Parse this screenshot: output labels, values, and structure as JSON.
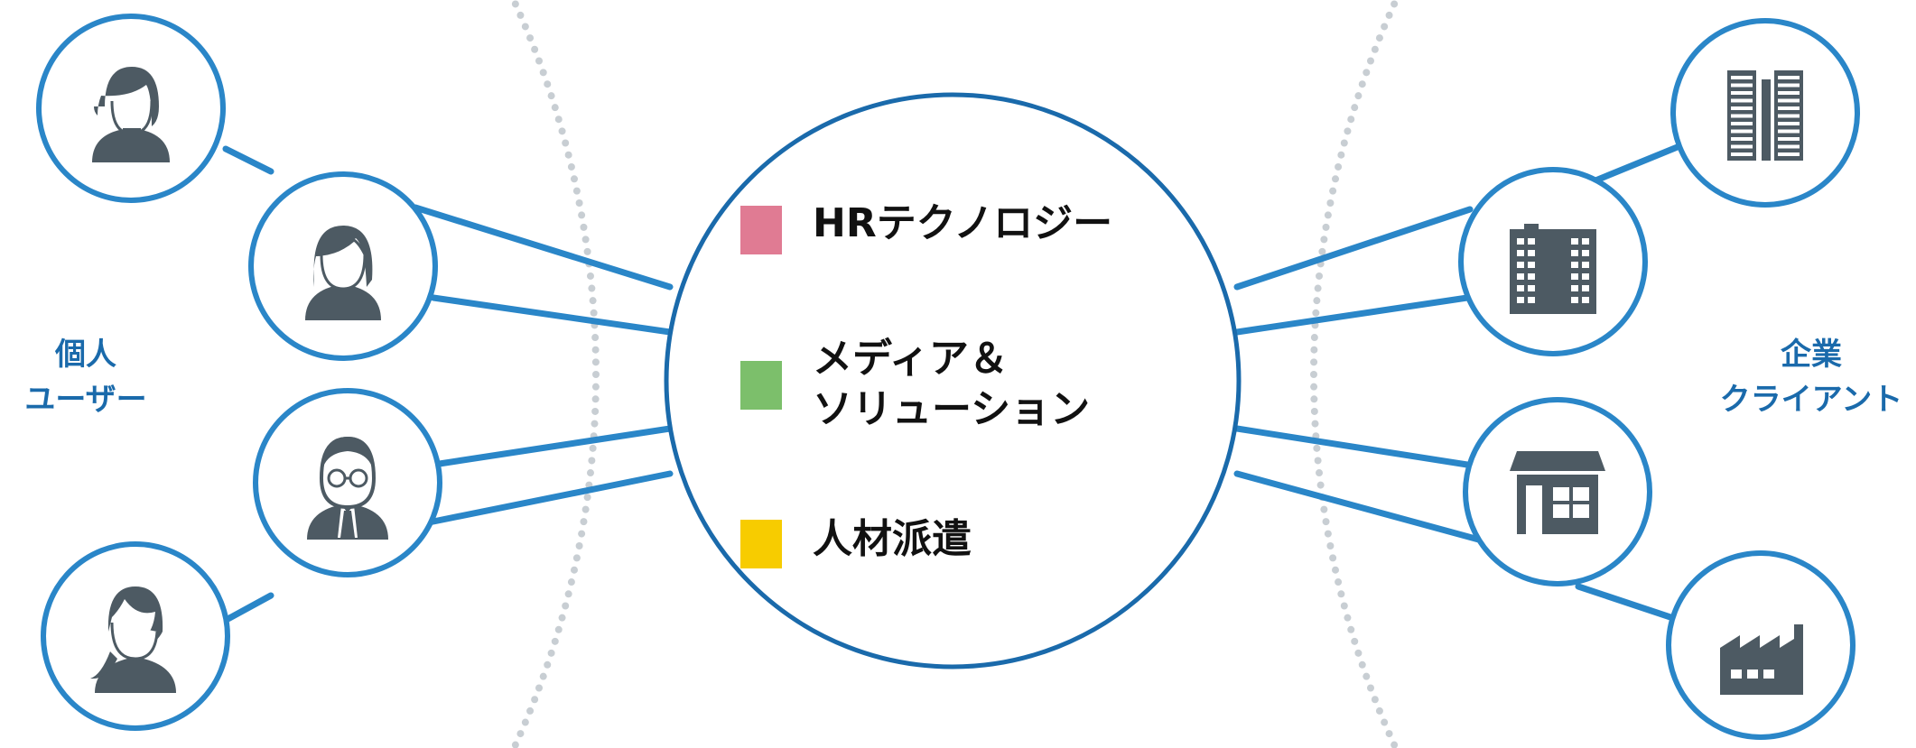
{
  "left_group": {
    "line1": "個人",
    "line2": "ユーザー"
  },
  "right_group": {
    "line1": "企業",
    "line2": "クライアント"
  },
  "segments": [
    {
      "label": "HRテクノロジー",
      "color": "#e07b93"
    },
    {
      "label_line1": "メディア＆",
      "label_line2": "ソリューション",
      "color": "#7cbf6b"
    },
    {
      "label": "人材派遣",
      "color": "#f7cc00"
    }
  ],
  "colors": {
    "accent": "#1a6aab",
    "line": "#2a86c8",
    "icon": "#4d5a63",
    "dots": "#c8ced3"
  },
  "user_icons": [
    "person-short-hair-icon",
    "person-bob-hair-icon",
    "man-glasses-tie-icon",
    "woman-ponytail-icon"
  ],
  "client_icons": [
    "office-tower-icon",
    "office-building-icon",
    "shop-icon",
    "factory-icon"
  ]
}
